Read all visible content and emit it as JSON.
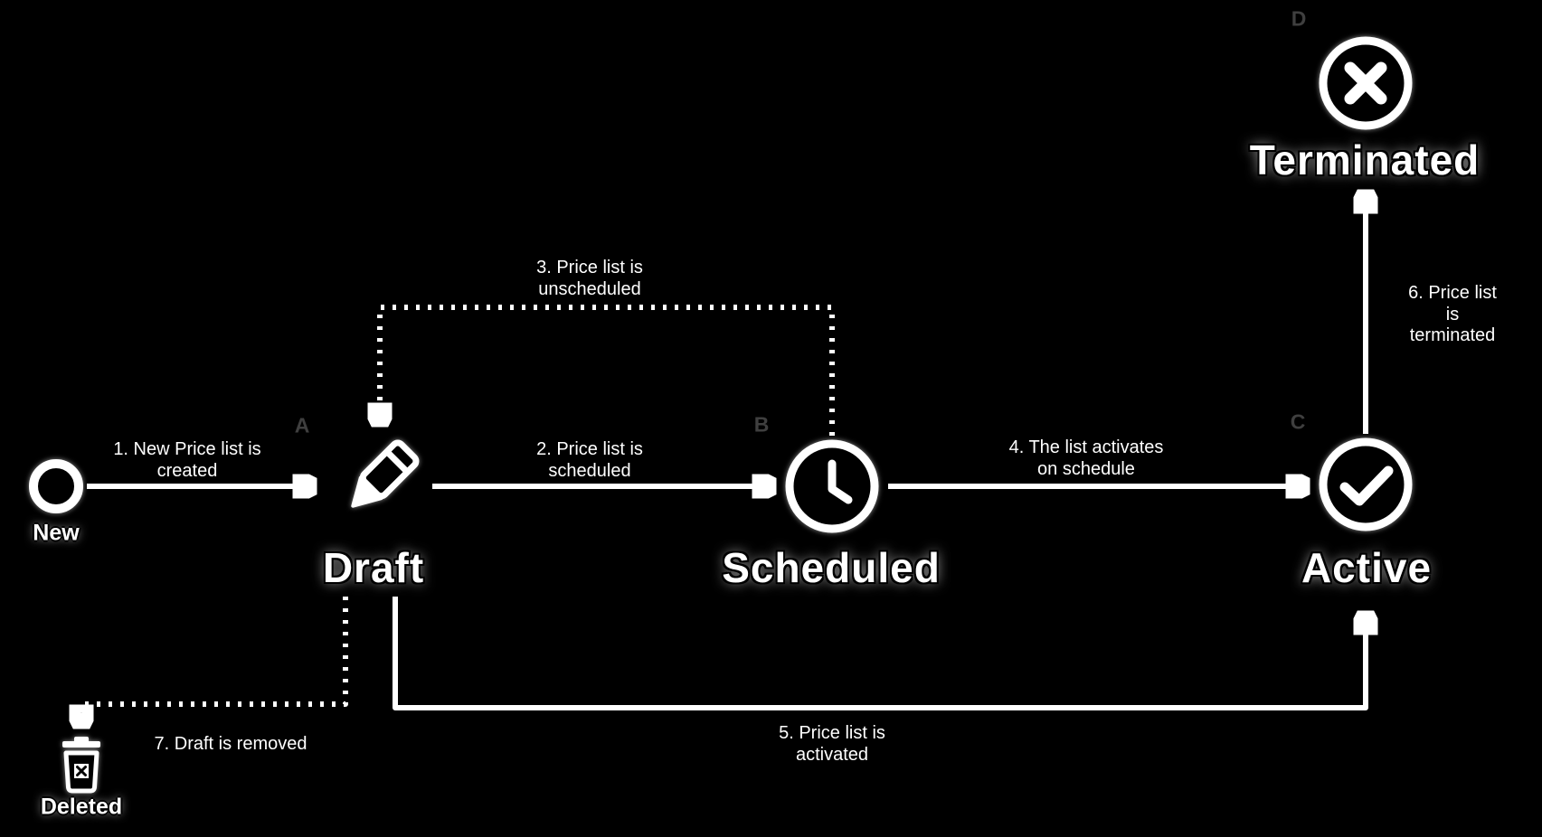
{
  "diagram": {
    "background": "#000000",
    "line_color": "#ffffff",
    "text_color": "#ffffff",
    "letter_color": "#3f3f3f"
  },
  "nodes": {
    "new": {
      "label": "New",
      "icon": "initial-node-icon"
    },
    "draft": {
      "label": "Draft",
      "letter": "A",
      "icon": "pencil-icon"
    },
    "scheduled": {
      "label": "Scheduled",
      "letter": "B",
      "icon": "clock-icon"
    },
    "active": {
      "label": "Active",
      "letter": "C",
      "icon": "check-icon"
    },
    "terminated": {
      "label": "Terminated",
      "letter": "D",
      "icon": "x-icon"
    },
    "deleted": {
      "label": "Deleted",
      "icon": "trash-icon"
    }
  },
  "edges": {
    "e1": {
      "label": "1. New Price list is\ncreated",
      "style": "solid",
      "from": "New",
      "to": "Draft"
    },
    "e2": {
      "label": "2. Price list is\nscheduled",
      "style": "solid",
      "from": "Draft",
      "to": "Scheduled"
    },
    "e3": {
      "label": "3. Price list is\nunscheduled",
      "style": "dotted",
      "from": "Scheduled",
      "to": "Draft"
    },
    "e4": {
      "label": "4. The list activates\non schedule",
      "style": "solid",
      "from": "Scheduled",
      "to": "Active"
    },
    "e5": {
      "label": "5. Price list is\nactivated",
      "style": "solid",
      "from": "Draft",
      "to": "Active"
    },
    "e6": {
      "label": "6. Price list is\nterminated",
      "style": "solid",
      "from": "Active",
      "to": "Terminated"
    },
    "e7": {
      "label": "7. Draft is removed",
      "style": "dotted",
      "from": "Draft",
      "to": "Deleted"
    }
  }
}
